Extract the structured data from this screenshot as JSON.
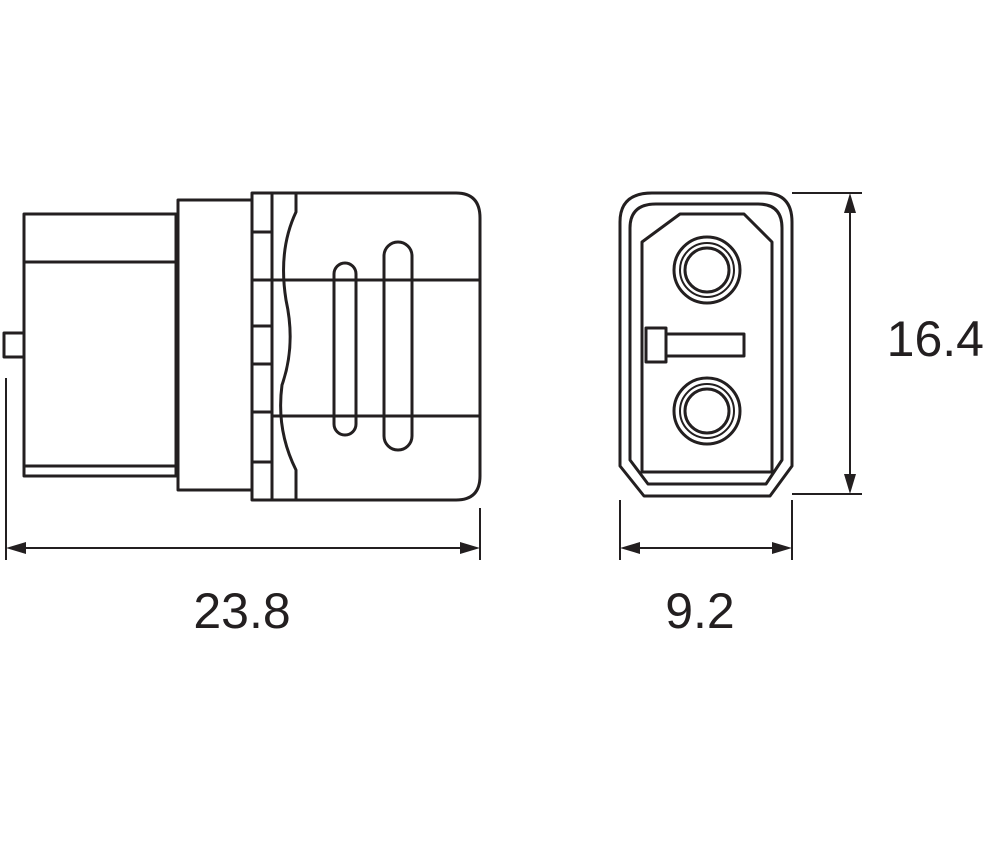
{
  "dimensions": {
    "length": "23.8",
    "width": "9.2",
    "height": "16.4"
  },
  "colors": {
    "line": "#231f20",
    "background": "#ffffff"
  }
}
